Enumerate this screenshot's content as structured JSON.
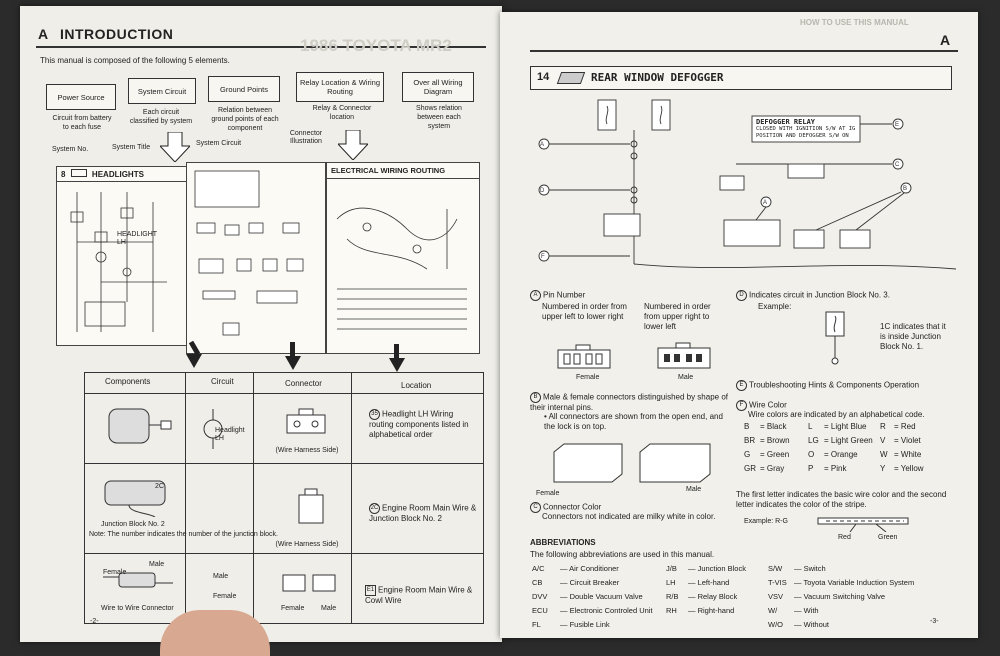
{
  "left": {
    "section_letter": "A",
    "section_title": "INTRODUCTION",
    "intro": "This manual is composed of the following 5 elements.",
    "elements": [
      {
        "label": "Power Source",
        "desc": "Circuit from battery to each fuse"
      },
      {
        "label": "System Circuit",
        "desc": "Each circuit classified by system"
      },
      {
        "label": "Ground Points",
        "desc": "Relation between ground points of each component"
      },
      {
        "label": "Relay Location & Wiring Routing",
        "desc": "Relay & Connector location"
      },
      {
        "label": "Over all Wiring Diagram",
        "desc": "Shows relation between each system"
      }
    ],
    "callouts": {
      "system_no": "System No.",
      "system_title": "System Title",
      "system_circuit": "System Circuit",
      "connector_illustration": "Connector Illustration"
    },
    "diagram_title": "HEADLIGHTS",
    "diagram_no": "8",
    "headlight_lh": "HEADLIGHT LH",
    "routing_title": "ELECTRICAL WIRING ROUTING",
    "ghost_title": "1986 TOYOTA MR2",
    "table_headers": [
      "Components",
      "Circuit",
      "Connector",
      "Location"
    ],
    "rows": [
      {
        "connector_note": "(Wire Harness Side)",
        "loc_badge": "35",
        "loc_text": "Headlight LH Wiring routing components listed in alphabetical order",
        "circuit_text": "Headlight LH"
      },
      {
        "component_label": "Junction Block No. 2",
        "note": "Note: The number indicates the number of the junction block.",
        "connector_note": "(Wire Harness Side)",
        "loc_badge": "2C",
        "loc_text": "Engine Room Main Wire & Junction Block No. 2",
        "tag": "2C"
      },
      {
        "component_label": "Wire to Wire Connector",
        "female": "Female",
        "male": "Male",
        "loc_badge": "E1",
        "loc_text": "Engine Room Main Wire & Cowl Wire"
      }
    ],
    "page_no": "-2-"
  },
  "right": {
    "header_right": "A",
    "ghost_header": "HOW TO USE THIS MANUAL",
    "system_no": "14",
    "system_title": "REAR WINDOW DEFOGGER",
    "relay_box_title": "DEFOGGER RELAY",
    "relay_box_text": "CLOSED WITH IGNITION S/W AT IG POSITION AND DEFOGGER S/W ON",
    "pin_number": {
      "title": "Pin Number",
      "female_text": "Numbered in order from upper left to lower right",
      "male_text": "Numbered in order from upper right to lower left",
      "female": "Female",
      "male": "Male"
    },
    "male_female": {
      "title": "Male & female connectors distinguished by shape of their internal pins.",
      "bullet": "All connectors are shown from the open end, and the lock is on top.",
      "female": "Female",
      "male": "Male"
    },
    "connector_color": {
      "title": "Connector Color",
      "text": "Connectors not indicated are milky white in color."
    },
    "junction": {
      "title": "Indicates circuit in Junction Block No. 3.",
      "example": "Example:",
      "text": "1C indicates that it is inside Junction Block No. 1."
    },
    "troubleshooting": "Troubleshooting Hints & Components Operation",
    "wire_color": {
      "title": "Wire Color",
      "text": "Wire colors are indicated by an alphabetical code.",
      "codes": [
        [
          "B",
          "Black",
          "L",
          "Light Blue",
          "R",
          "Red"
        ],
        [
          "BR",
          "Brown",
          "LG",
          "Light Green",
          "V",
          "Violet"
        ],
        [
          "G",
          "Green",
          "O",
          "Orange",
          "W",
          "White"
        ],
        [
          "GR",
          "Gray",
          "P",
          "Pink",
          "Y",
          "Yellow"
        ]
      ],
      "note": "The first letter indicates the basic wire color and the second letter indicates the color of the stripe.",
      "example": "Example: R-G",
      "red": "Red",
      "green": "Green"
    },
    "abbreviations": {
      "title": "ABBREVIATIONS",
      "intro": "The following abbreviations are used in this manual.",
      "col1": [
        [
          "A/C",
          "Air Conditioner"
        ],
        [
          "CB",
          "Circuit Breaker"
        ],
        [
          "DVV",
          "Double Vacuum Valve"
        ],
        [
          "ECU",
          "Electronic Controled Unit"
        ],
        [
          "FL",
          "Fusible Link"
        ]
      ],
      "col2": [
        [
          "J/B",
          "Junction Block"
        ],
        [
          "LH",
          "Left-hand"
        ],
        [
          "R/B",
          "Relay Block"
        ],
        [
          "RH",
          "Right-hand"
        ]
      ],
      "col3": [
        [
          "S/W",
          "Switch"
        ],
        [
          "T-VIS",
          "Toyota Variable Induction System"
        ],
        [
          "VSV",
          "Vacuum Switching Valve"
        ],
        [
          "W/",
          "With"
        ],
        [
          "W/O",
          "Without"
        ]
      ]
    },
    "page_no": "-3-"
  }
}
